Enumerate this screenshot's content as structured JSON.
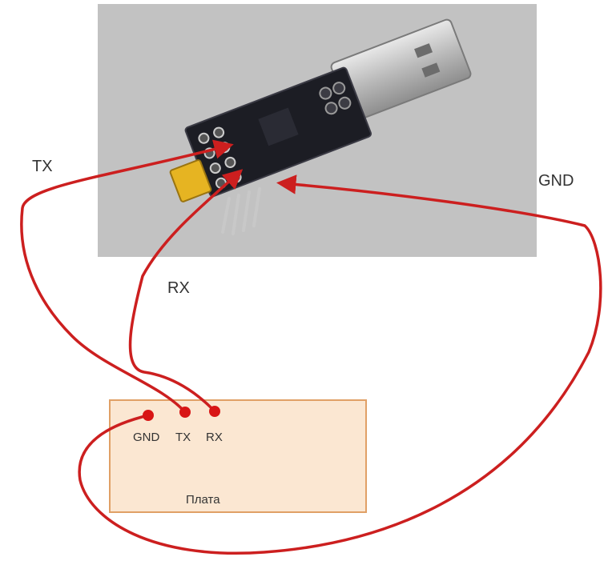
{
  "labels": {
    "adapter_tx": "TX",
    "adapter_rx": "RX",
    "adapter_gnd": "GND",
    "board_gnd": "GND",
    "board_tx": "TX",
    "board_rx": "RX",
    "board_name": "Плата"
  },
  "colors": {
    "wire": "#cc1f1f",
    "board_fill": "#fbe7d2",
    "board_border": "#e0a066",
    "photo_bg": "#c2c2c2",
    "pin_dot": "#d81515"
  }
}
